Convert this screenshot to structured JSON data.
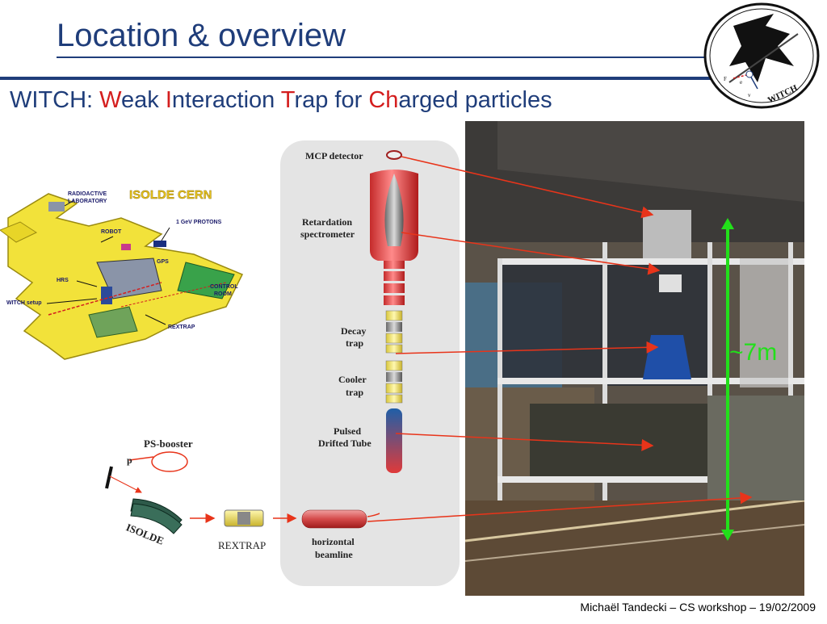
{
  "slide": {
    "title": "Location & overview",
    "subtitle": {
      "prefix": "WITCH: ",
      "parts": [
        {
          "highlight": "W",
          "rest": "eak "
        },
        {
          "highlight": "I",
          "rest": "nteraction "
        },
        {
          "highlight": "T",
          "rest": "rap for "
        },
        {
          "highlight": "Ch",
          "rest": "arged particles"
        }
      ]
    },
    "footer": "Michaël Tandecki – CS workshop – 19/02/2009"
  },
  "logo": {
    "text": "WITCH",
    "letters": [
      "F",
      "e",
      "v"
    ]
  },
  "isolde_map": {
    "title": "ISOLDE CERN",
    "labels": {
      "radioactive_lab": [
        "RADIOACTIVE",
        "LABORATORY"
      ],
      "robot": "ROBOT",
      "protons": "1 GeV PROTONS",
      "gps": "GPS",
      "hrs": "HRS",
      "control_room": [
        "CONTROL",
        "ROOM"
      ],
      "witch_setup": "WITCH setup",
      "rextrap": "REXTRAP"
    }
  },
  "beam_path": {
    "ps_booster": "PS-booster",
    "proton": "p",
    "isolde": "ISOLDE",
    "rextrap": "REXTRAP",
    "horizontal_beamline": [
      "horizontal",
      "beamline"
    ]
  },
  "setup": {
    "mcp_detector": "MCP detector",
    "retardation_spectrometer": [
      "Retardation",
      "spectrometer"
    ],
    "decay_trap": [
      "Decay",
      "trap"
    ],
    "cooler_trap": [
      "Cooler",
      "trap"
    ],
    "pulsed_drift_tube": [
      "Pulsed",
      "Drifted Tube"
    ]
  },
  "photo": {
    "height_label": "~7m"
  },
  "colors": {
    "title_blue": "#1f3d7a",
    "highlight_red": "#d41e1e",
    "arrow_red": "#e8341a",
    "height_green": "#22e01a"
  }
}
